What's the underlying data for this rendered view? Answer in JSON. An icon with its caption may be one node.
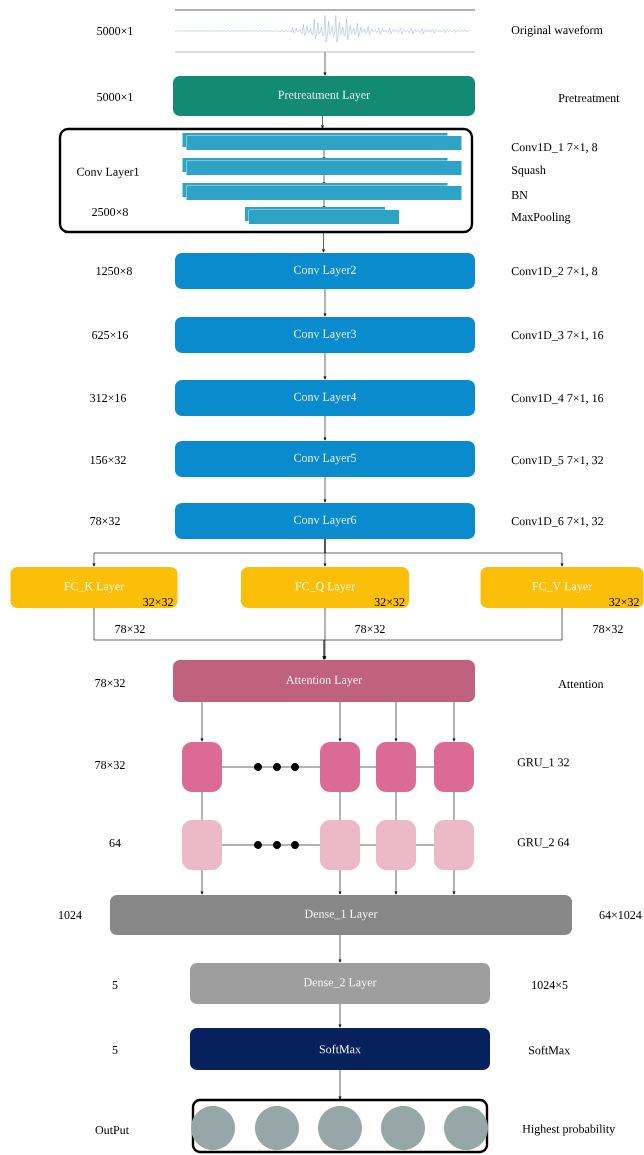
{
  "diagram": {
    "nodes": [
      {
        "text": [],
        "shape": "picture"
      },
      {
        "text": [
          "Pretreatment Layer"
        ]
      },
      {
        "text": [
          "Conv Layer1",
          "2500×8"
        ]
      },
      {
        "text": [],
        "shape": "bar",
        "in": 2
      },
      {
        "text": [],
        "shape": "bar",
        "in": 2
      },
      {
        "text": [],
        "shape": "bar",
        "in": 2
      },
      {
        "text": [],
        "shape": "bar",
        "in": 2
      },
      {
        "text": [
          "Conv Layer2"
        ]
      },
      {
        "text": [
          "Conv Layer3"
        ]
      },
      {
        "text": [
          "Conv Layer4"
        ]
      },
      {
        "text": [
          "Conv Layer5"
        ]
      },
      {
        "text": [
          "Conv Layer6"
        ]
      },
      {
        "text": [
          "FC_K Layer",
          "32×32"
        ]
      },
      {
        "text": [
          "FC_Q Layer",
          "32×32"
        ]
      },
      {
        "text": [
          "FC_V Layer",
          "32×32"
        ]
      },
      {
        "text": [
          "Attention Layer"
        ]
      },
      {
        "text": [],
        "shape": "box"
      },
      {
        "text": [],
        "shape": "box"
      },
      {
        "text": [],
        "shape": "box"
      },
      {
        "text": [],
        "shape": "box"
      },
      {
        "text": [],
        "shape": "box"
      },
      {
        "text": [],
        "shape": "box"
      },
      {
        "text": [],
        "shape": "box"
      },
      {
        "text": [],
        "shape": "box"
      },
      {
        "text": [
          "Dense_1 Layer"
        ]
      },
      {
        "text": [
          "Dense_2 Layer"
        ]
      },
      {
        "text": [
          "SoftMax"
        ]
      },
      {
        "text": [],
        "shape": "box"
      },
      {
        "text": [],
        "shape": "circle",
        "in": 27
      },
      {
        "text": [],
        "shape": "circle",
        "in": 27
      },
      {
        "text": [],
        "shape": "circle",
        "in": 27
      },
      {
        "text": [],
        "shape": "circle",
        "in": 27
      },
      {
        "text": [],
        "shape": "circle",
        "in": 27
      }
    ],
    "edges": [
      {
        "from": 0,
        "to": 1,
        "arrow": "to"
      },
      {
        "from": 1,
        "to": 2,
        "arrow": "to"
      },
      {
        "from": 3,
        "to": 4,
        "arrow": "to"
      },
      {
        "from": 4,
        "to": 5,
        "arrow": "to"
      },
      {
        "from": 5,
        "to": 6,
        "arrow": "to"
      },
      {
        "from": 2,
        "to": 7,
        "arrow": "to"
      },
      {
        "from": 7,
        "to": 8,
        "arrow": "to"
      },
      {
        "from": 8,
        "to": 9,
        "arrow": "to"
      },
      {
        "from": 9,
        "to": 10,
        "arrow": "to"
      },
      {
        "from": 10,
        "to": 11,
        "arrow": "to"
      },
      {
        "from": 11,
        "to": 12,
        "arrow": "to"
      },
      {
        "from": 11,
        "to": 13,
        "arrow": "to"
      },
      {
        "from": 11,
        "to": 14,
        "arrow": "to"
      },
      {
        "from": 12,
        "to": 15,
        "arrow": "to"
      },
      {
        "from": 13,
        "to": 15,
        "arrow": "to"
      },
      {
        "from": 14,
        "to": 15,
        "arrow": "to"
      },
      {
        "from": 15,
        "to": 16,
        "arrow": "to"
      },
      {
        "from": 15,
        "to": 17,
        "arrow": "to"
      },
      {
        "from": 15,
        "to": 18,
        "arrow": "to"
      },
      {
        "from": 15,
        "to": 19,
        "arrow": "to"
      },
      {
        "from": 16,
        "to": 17,
        "arrow": "none"
      },
      {
        "from": 17,
        "to": 18,
        "arrow": "none"
      },
      {
        "from": 18,
        "to": 19,
        "arrow": "none"
      },
      {
        "from": 16,
        "to": 20,
        "arrow": "none"
      },
      {
        "from": 17,
        "to": 21,
        "arrow": "none"
      },
      {
        "from": 18,
        "to": 22,
        "arrow": "none"
      },
      {
        "from": 19,
        "to": 23,
        "arrow": "none"
      },
      {
        "from": 20,
        "to": 21,
        "arrow": "none"
      },
      {
        "from": 21,
        "to": 22,
        "arrow": "none"
      },
      {
        "from": 22,
        "to": 23,
        "arrow": "none"
      },
      {
        "from": 20,
        "to": 24,
        "arrow": "to"
      },
      {
        "from": 21,
        "to": 24,
        "arrow": "to"
      },
      {
        "from": 22,
        "to": 24,
        "arrow": "to"
      },
      {
        "from": 23,
        "to": 24,
        "arrow": "to"
      },
      {
        "from": 24,
        "to": 25,
        "arrow": "to"
      },
      {
        "from": 25,
        "to": 26,
        "arrow": "to"
      },
      {
        "from": 26,
        "to": 27,
        "arrow": "to"
      }
    ],
    "labels": [
      "5000×1",
      "Original waveform",
      "5000×1",
      "Pretreatment",
      "Conv1D_1 7×1, 8",
      "Squash",
      "BN",
      "MaxPooling",
      "1250×8",
      "Conv1D_2 7×1, 8",
      "625×16",
      "Conv1D_3 7×1, 16",
      "312×16",
      "Conv1D_4 7×1, 16",
      "156×32",
      "Conv1D_5 7×1, 32",
      "78×32",
      "Conv1D_6 7×1, 32",
      "78×32",
      "78×32",
      "78×32",
      "78×32",
      "Attention",
      "78×32",
      "GRU_1 32",
      "64",
      "GRU_2 64",
      "1024",
      "64×1024",
      "5",
      "1024×5",
      "5",
      "SoftMax",
      "OutPut",
      "Highest probability"
    ]
  }
}
